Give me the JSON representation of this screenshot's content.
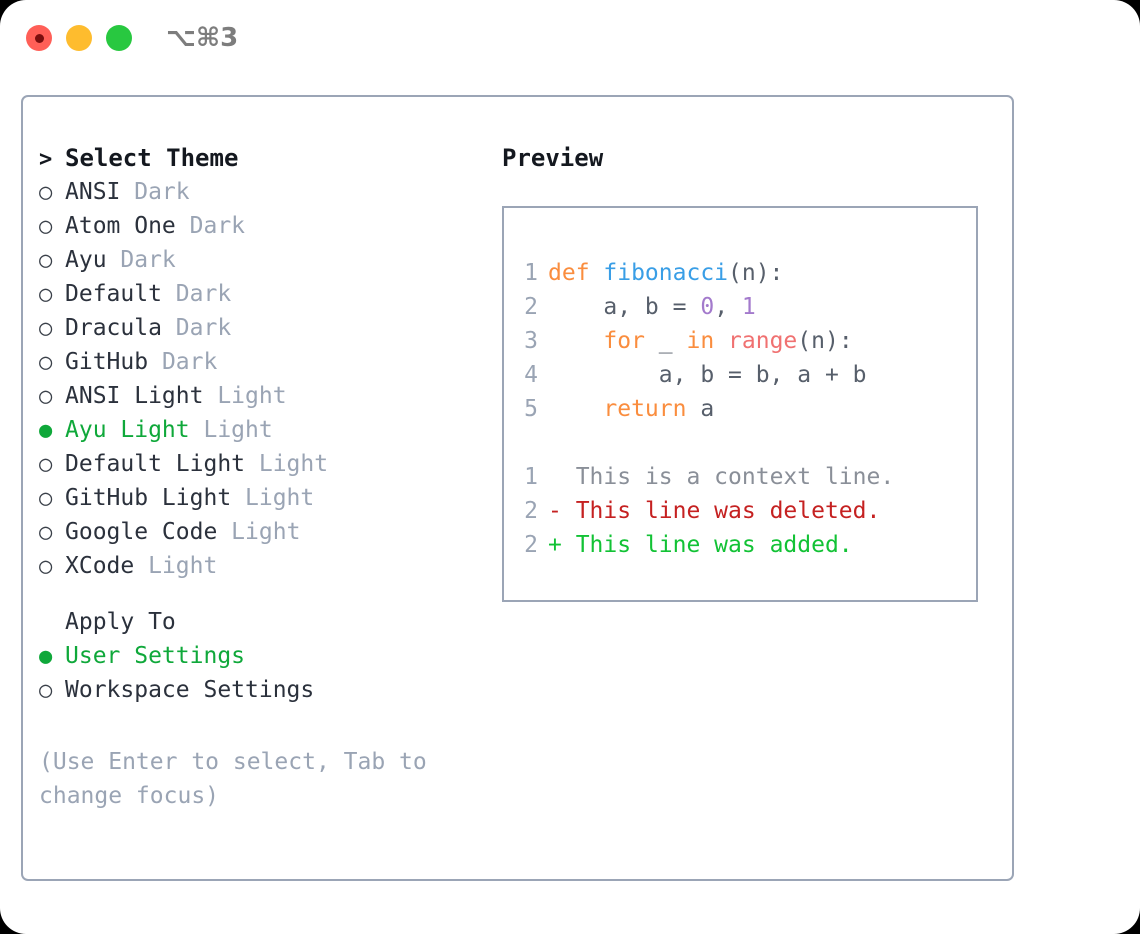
{
  "window": {
    "shortcut_label": "⌥⌘3",
    "traffic_lights": [
      "close",
      "minimize",
      "maximize"
    ]
  },
  "colors": {
    "accent_green": "#0FA83A",
    "border": "#9BA5B6",
    "muted": "#9AA4B4",
    "text": "#2B313C",
    "keyword_orange": "#FA8D3E",
    "function_blue": "#399EE6",
    "number_purple": "#A37ACC",
    "builtin_red": "#F07171",
    "diff_delete": "#C52121",
    "diff_add": "#12C235"
  },
  "theme_list": {
    "title": "Select Theme",
    "title_marker": ">",
    "marker_unselected": "○",
    "marker_selected": "●",
    "items": [
      {
        "marker": "○",
        "name": "ANSI",
        "kind": "Dark",
        "selected": false
      },
      {
        "marker": "○",
        "name": "Atom One",
        "kind": "Dark",
        "selected": false
      },
      {
        "marker": "○",
        "name": "Ayu",
        "kind": "Dark",
        "selected": false
      },
      {
        "marker": "○",
        "name": "Default",
        "kind": "Dark",
        "selected": false
      },
      {
        "marker": "○",
        "name": "Dracula",
        "kind": "Dark",
        "selected": false
      },
      {
        "marker": "○",
        "name": "GitHub",
        "kind": "Dark",
        "selected": false
      },
      {
        "marker": "○",
        "name": "ANSI Light",
        "kind": "Light",
        "selected": false
      },
      {
        "marker": "●",
        "name": "Ayu Light",
        "kind": "Light",
        "selected": true
      },
      {
        "marker": "○",
        "name": "Default Light",
        "kind": "Light",
        "selected": false
      },
      {
        "marker": "○",
        "name": "GitHub Light",
        "kind": "Light",
        "selected": false
      },
      {
        "marker": "○",
        "name": "Google Code",
        "kind": "Light",
        "selected": false
      },
      {
        "marker": "○",
        "name": "XCode",
        "kind": "Light",
        "selected": false
      }
    ]
  },
  "apply_to": {
    "title": "Apply To",
    "options": [
      {
        "marker": "●",
        "label": "User Settings",
        "selected": true
      },
      {
        "marker": "○",
        "label": "Workspace Settings",
        "selected": false
      }
    ]
  },
  "hint": "(Use Enter to select, Tab to change focus)",
  "preview": {
    "title": "Preview",
    "code": {
      "lines": [
        {
          "number": "1",
          "tokens": [
            {
              "text": "def ",
              "type": "kw"
            },
            {
              "text": "fibonacci",
              "type": "fn"
            },
            {
              "text": "(n):",
              "type": "plain"
            }
          ]
        },
        {
          "number": "2",
          "tokens": [
            {
              "text": "    a, b = ",
              "type": "plain"
            },
            {
              "text": "0",
              "type": "num"
            },
            {
              "text": ", ",
              "type": "plain"
            },
            {
              "text": "1",
              "type": "num"
            }
          ]
        },
        {
          "number": "3",
          "tokens": [
            {
              "text": "    ",
              "type": "plain"
            },
            {
              "text": "for",
              "type": "kw"
            },
            {
              "text": " _ ",
              "type": "plain"
            },
            {
              "text": "in",
              "type": "kw"
            },
            {
              "text": " ",
              "type": "plain"
            },
            {
              "text": "range",
              "type": "builtin"
            },
            {
              "text": "(n):",
              "type": "plain"
            }
          ]
        },
        {
          "number": "4",
          "tokens": [
            {
              "text": "        a, b = b, a + b",
              "type": "plain"
            }
          ]
        },
        {
          "number": "5",
          "tokens": [
            {
              "text": "    ",
              "type": "plain"
            },
            {
              "text": "return",
              "type": "kw"
            },
            {
              "text": " a",
              "type": "plain"
            }
          ]
        }
      ]
    },
    "diff": {
      "lines": [
        {
          "number": "1",
          "sign": " ",
          "text": " This is a context line.",
          "type": "ctx"
        },
        {
          "number": "2",
          "sign": "-",
          "text": " This line was deleted.",
          "type": "del"
        },
        {
          "number": "2",
          "sign": "+",
          "text": " This line was added.",
          "type": "add"
        }
      ]
    }
  }
}
